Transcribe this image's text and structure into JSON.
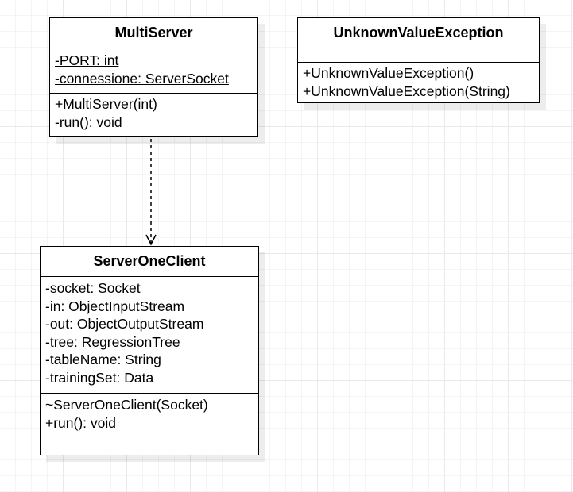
{
  "classes": {
    "multiserver": {
      "name": "MultiServer",
      "attributes": [
        "-PORT: int",
        "-connessione: ServerSocket"
      ],
      "operations": [
        "+MultiServer(int)",
        "-run(): void"
      ]
    },
    "unknown_value_exception": {
      "name": "UnknownValueException",
      "attributes": [],
      "operations": [
        "+UnknownValueException()",
        "+UnknownValueException(String)"
      ]
    },
    "server_one_client": {
      "name": "ServerOneClient",
      "attributes": [
        "-socket: Socket",
        "-in: ObjectInputStream",
        "-out: ObjectOutputStream",
        "-tree: RegressionTree",
        "-tableName: String",
        "-trainingSet: Data"
      ],
      "operations": [
        "~ServerOneClient(Socket)",
        "+run(): void"
      ]
    }
  },
  "relationships": [
    {
      "type": "dependency",
      "from": "MultiServer",
      "to": "ServerOneClient",
      "style": "dashed-open-arrow"
    }
  ]
}
